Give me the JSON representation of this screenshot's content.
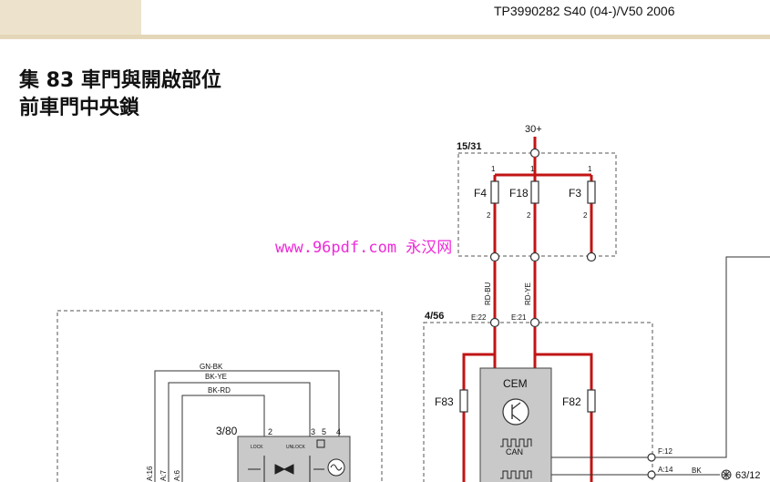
{
  "header": {
    "doc_id": "TP3990282 S40 (04-)/V50 2006"
  },
  "title": {
    "line1": "集 83 車門與開啟部位",
    "line2": "前車門中央鎖"
  },
  "watermark": "www.96pdf.com 永汉网",
  "diagram": {
    "supply": "30+",
    "fuse_box": {
      "id": "15/31",
      "pin_top": "1",
      "pin_bottom": "2",
      "fuses": [
        "F4",
        "F18",
        "F3"
      ]
    },
    "wires": {
      "left": "RD-BU",
      "right": "RD-YE"
    },
    "cem_box": {
      "id": "4/56",
      "module": "CEM",
      "bus": "CAN",
      "conn_left": "E:22",
      "conn_right": "E:21",
      "fuse_left": "F83",
      "fuse_right": "F82",
      "conn_f12": "F:12",
      "conn_a14": "A:14",
      "wire_bk": "BK",
      "ground": "63/12"
    },
    "lock_box": {
      "id": "3/80",
      "wires": [
        "GN-BK",
        "BK-YE",
        "BK-RD"
      ],
      "pins": [
        "2",
        "3",
        "5",
        "4"
      ],
      "lock": "LOCK",
      "unlock": "UNLOCK",
      "conns": [
        "A:16",
        "A:7",
        "A:6"
      ]
    }
  }
}
